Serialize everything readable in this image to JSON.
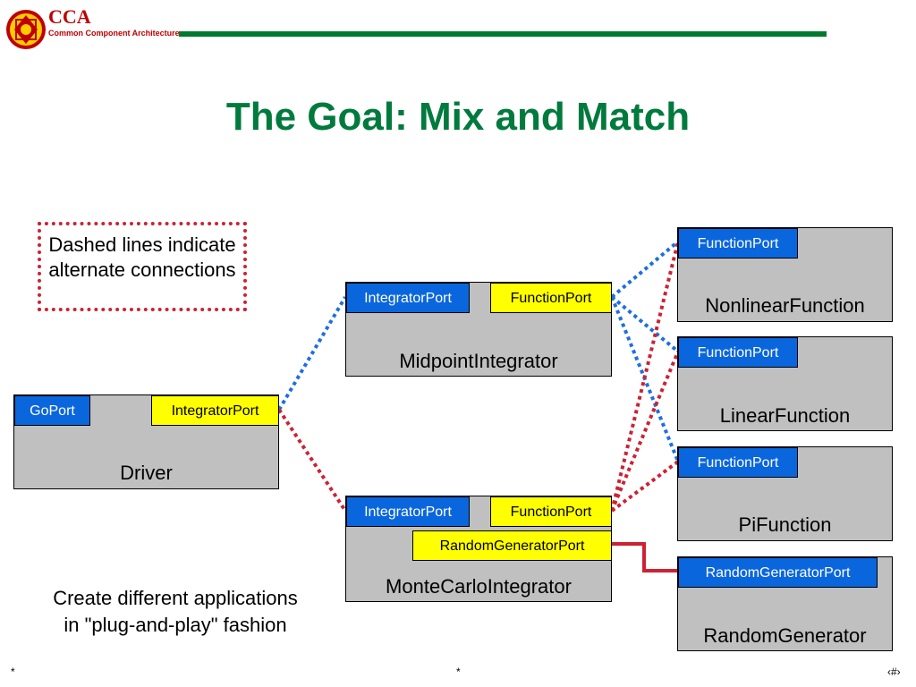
{
  "header": {
    "logo_text": "CCA",
    "logo_subtitle": "Common Component Architecture",
    "title": "The Goal: Mix and Match"
  },
  "note": {
    "text": "Dashed lines indicate alternate connections"
  },
  "caption": {
    "line1": "Create different applications",
    "line2": "in \"plug-and-play\" fashion"
  },
  "components": {
    "driver": {
      "label": "Driver",
      "port_left": "GoPort",
      "port_right": "IntegratorPort"
    },
    "midpoint": {
      "label": "MidpointIntegrator",
      "port_left": "IntegratorPort",
      "port_right": "FunctionPort"
    },
    "montecarlo": {
      "label": "MonteCarloIntegrator",
      "port_left": "IntegratorPort",
      "port_right": "FunctionPort",
      "port_random": "RandomGeneratorPort"
    },
    "nonlinear": {
      "label": "NonlinearFunction",
      "port": "FunctionPort"
    },
    "linear": {
      "label": "LinearFunction",
      "port": "FunctionPort"
    },
    "pi": {
      "label": "PiFunction",
      "port": "FunctionPort"
    },
    "random": {
      "label": "RandomGenerator",
      "port": "RandomGeneratorPort"
    }
  },
  "footer": {
    "left": "*",
    "center": "*",
    "right": "‹#›"
  },
  "colors": {
    "title_green": "#007a3d",
    "port_blue": "#0a66dc",
    "port_yellow": "#ffff00",
    "component_gray": "#c0c0c0",
    "link_blue": "#1e6fe0",
    "link_red": "#cc2233"
  }
}
